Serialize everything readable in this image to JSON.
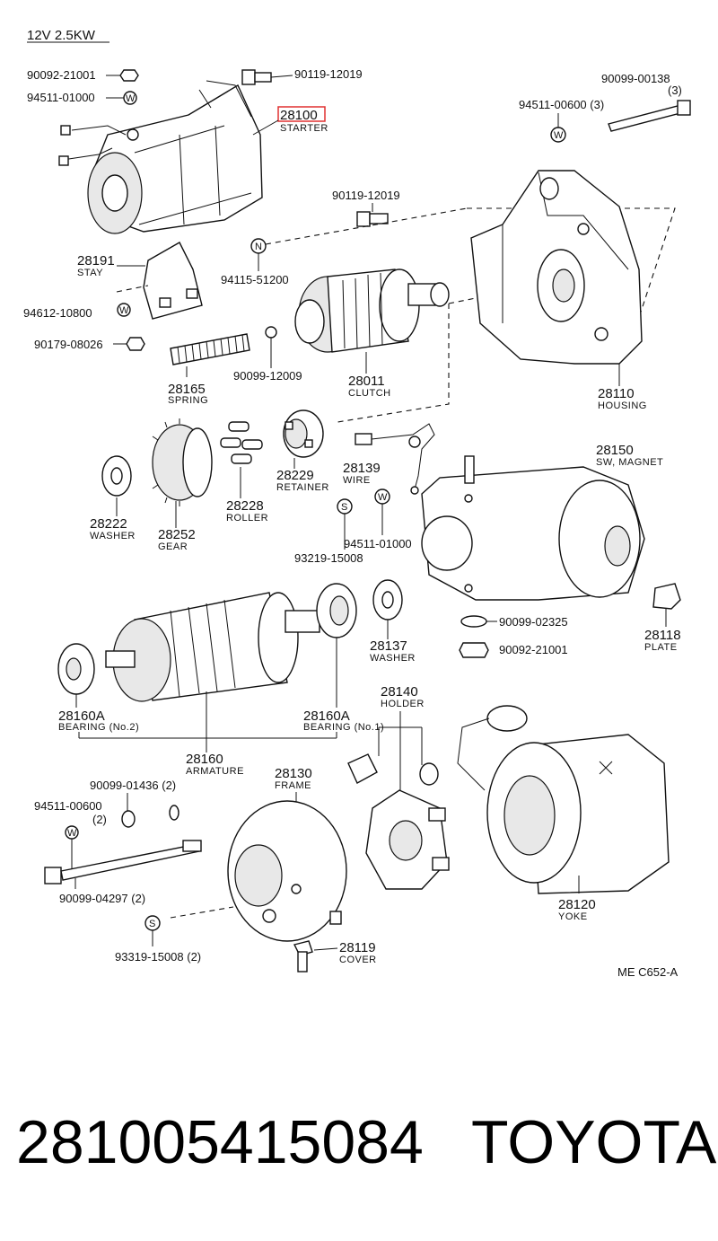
{
  "header": {
    "spec": "12V 2.5KW"
  },
  "parts": {
    "p28100": {
      "num": "28100",
      "name": "STARTER"
    },
    "p28191": {
      "num": "28191",
      "name": "STAY"
    },
    "p28165": {
      "num": "28165",
      "name": "SPRING"
    },
    "p28011": {
      "num": "28011",
      "name": "CLUTCH"
    },
    "p28110": {
      "num": "28110",
      "name": "HOUSING"
    },
    "p28222": {
      "num": "28222",
      "name": "WASHER"
    },
    "p28252": {
      "num": "28252",
      "name": "GEAR"
    },
    "p28228": {
      "num": "28228",
      "name": "ROLLER"
    },
    "p28229": {
      "num": "28229",
      "name": "RETAINER"
    },
    "p28139": {
      "num": "28139",
      "name": "WIRE"
    },
    "p28150": {
      "num": "28150",
      "name": "SW, MAGNET"
    },
    "p28118": {
      "num": "28118",
      "name": "PLATE"
    },
    "p28137": {
      "num": "28137",
      "name": "WASHER"
    },
    "p28160A_2": {
      "num": "28160A",
      "name": "BEARING (No.2)"
    },
    "p28160A_1": {
      "num": "28160A",
      "name": "BEARING (No.1)"
    },
    "p28160": {
      "num": "28160",
      "name": "ARMATURE"
    },
    "p28140": {
      "num": "28140",
      "name": "HOLDER"
    },
    "p28130": {
      "num": "28130",
      "name": "FRAME"
    },
    "p28120": {
      "num": "28120",
      "name": "YOKE"
    },
    "p28119": {
      "num": "28119",
      "name": "COVER"
    }
  },
  "fasteners": {
    "f1": "90092-21001",
    "f2": "94511-01000",
    "f3": "90119-12019",
    "f4": "90099-00138",
    "f4q": "(3)",
    "f5": "94511-00600 (3)",
    "f6": "90119-12019",
    "f7": "94115-51200",
    "f8": "94612-10800",
    "f9": "90179-08026",
    "f10": "90099-12009",
    "f11": "94511-01000",
    "f12": "93219-15008",
    "f13": "90099-02325",
    "f14": "90092-21001",
    "f15": "90099-01436 (2)",
    "f16": "94511-00600",
    "f16q": "(2)",
    "f17": "90099-04297 (2)",
    "f18": "93319-15008 (2)"
  },
  "markers": {
    "w": "W",
    "n": "N",
    "s": "S"
  },
  "diagram_code": "ME  C652-A",
  "highlight_color": "#e03030",
  "footer": {
    "part_number": "28100541508​4",
    "brand": "TOYOTA"
  }
}
